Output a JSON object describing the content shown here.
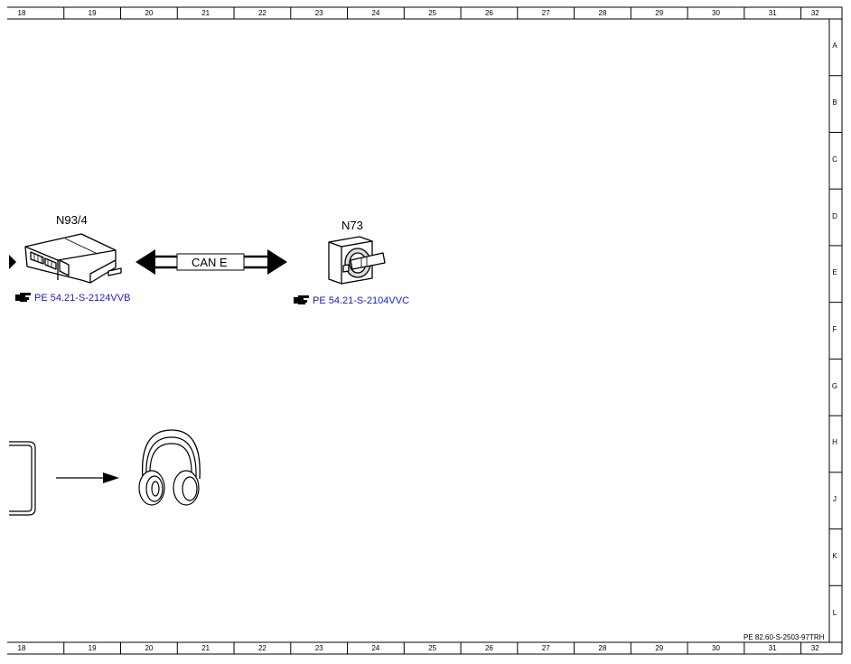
{
  "grid": {
    "columns": [
      "18",
      "19",
      "20",
      "21",
      "22",
      "23",
      "24",
      "25",
      "26",
      "27",
      "28",
      "29",
      "30",
      "31",
      "32"
    ],
    "rows": [
      "A",
      "B",
      "C",
      "D",
      "E",
      "F",
      "G",
      "H",
      "J",
      "K",
      "L"
    ]
  },
  "components": {
    "n93_4": {
      "name": "N93/4",
      "ref": "PE 54.21-S-2124VVB"
    },
    "n73": {
      "name": "N73",
      "ref": "PE 54.21-S-2104VVC"
    }
  },
  "bus": {
    "label": "CAN E"
  },
  "doc_id": "PE 82.60-S-2503-97TRH",
  "colors": {
    "link": "#1a1acc",
    "line": "#000000"
  },
  "icons": {
    "control_unit": "control-unit-icon",
    "ignition_switch": "ignition-switch-icon",
    "headphones": "headphones-icon",
    "display": "display-icon",
    "reference": "hand-pointer-icon"
  }
}
